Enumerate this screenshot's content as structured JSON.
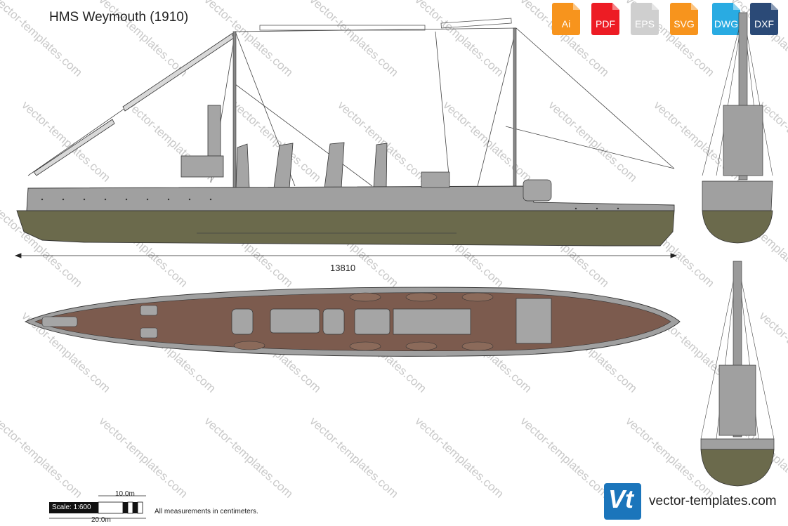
{
  "title": "HMS Weymouth (1910)",
  "formats": [
    {
      "label": "Ai",
      "color": "#f7941d"
    },
    {
      "label": "PDF",
      "color": "#ed1c24"
    },
    {
      "label": "EPS",
      "color": "#cfcfcf"
    },
    {
      "label": "SVG",
      "color": "#f7941d"
    },
    {
      "label": "DWG",
      "color": "#29abe2"
    },
    {
      "label": "DXF",
      "color": "#2b4a77"
    }
  ],
  "dimension": "13810",
  "scale": {
    "label": "Scale: 1:600",
    "top_length": "10.0m",
    "bottom_length": "20.0m"
  },
  "note": "All measurements in centimeters.",
  "brand": {
    "logo": "Vt",
    "site": "vector-templates.com"
  },
  "watermark": "vector-templates.com",
  "colors": {
    "hull": "#6b6a4c",
    "deck": "#7c5b4e",
    "superstructure": "#a0a0a0",
    "outline": "#333333"
  }
}
